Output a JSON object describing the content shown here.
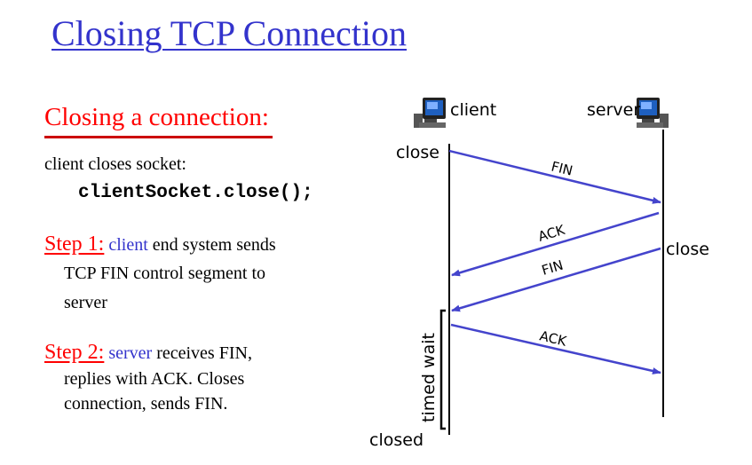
{
  "slide": {
    "title": "Closing TCP Connection",
    "subtitle": "Closing a connection:",
    "intro": "client closes socket:",
    "code": "clientSocket.close();",
    "step1": {
      "label": "Step 1:",
      "actor": "client",
      "lines": [
        "end system sends",
        "TCP FIN control segment to",
        "server"
      ]
    },
    "step2": {
      "label": "Step 2:",
      "actor": "server",
      "lines": [
        "receives FIN,",
        "replies with ACK. Closes",
        "connection, sends FIN."
      ]
    }
  },
  "diagram": {
    "client_label": "client",
    "server_label": "server",
    "client_close": "close",
    "server_close": "close",
    "closed": "closed",
    "timed_wait": "timed wait",
    "messages": [
      "FIN",
      "ACK",
      "FIN",
      "ACK"
    ],
    "icon": "computer-icon",
    "arrow_color": "#4444cc"
  }
}
